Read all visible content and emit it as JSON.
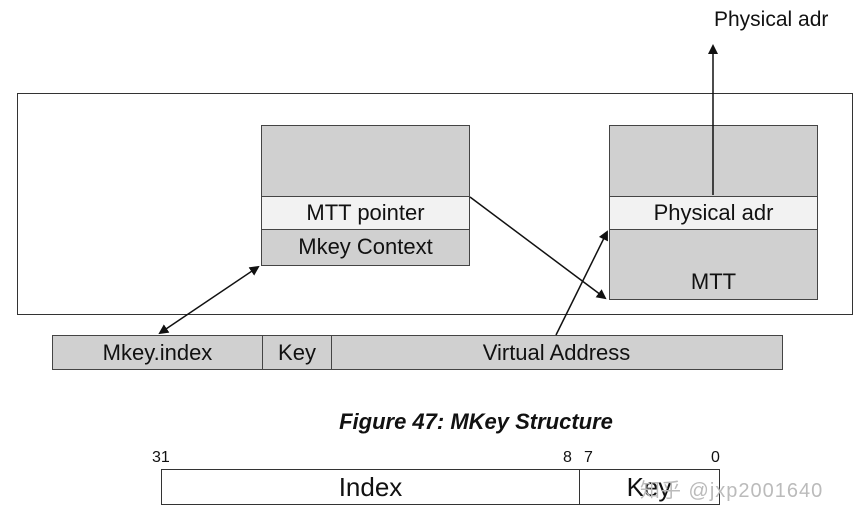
{
  "top_label": "Physical adr",
  "mkey_context": {
    "mtt_pointer": "MTT pointer",
    "mkey_context": "Mkey Context"
  },
  "mtt_table": {
    "physical_adr": "Physical adr",
    "mtt": "MTT"
  },
  "key_bar": {
    "index": "Mkey.index",
    "key": "Key",
    "virtual_address": "Virtual Address"
  },
  "caption": "Figure 47: MKey Structure",
  "bit_layout": {
    "bit_31": "31",
    "bit_8": "8",
    "bit_7": "7",
    "bit_0": "0",
    "index_field": "Index",
    "key_field": "Key"
  },
  "watermark": "知乎 @jxp2001640"
}
